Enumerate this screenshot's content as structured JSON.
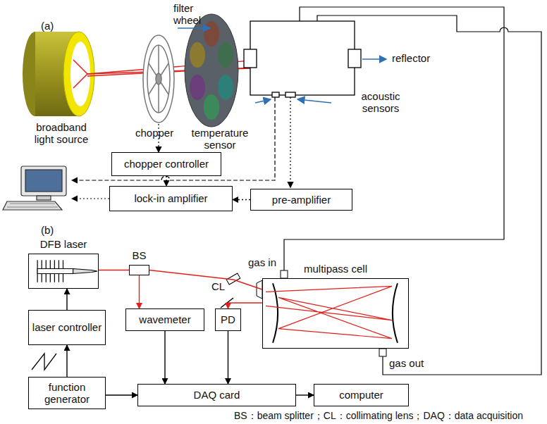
{
  "diagram": {
    "nodes": [
      {
        "text": [
          "chopper controller"
        ]
      },
      {
        "text": [
          "lock-in amplifier"
        ]
      },
      {
        "text": [
          "pre-amplifier"
        ]
      },
      {
        "text": [
          "DFB laser"
        ]
      },
      {
        "text": [
          "BS"
        ]
      },
      {
        "text": [
          "multipass cell"
        ]
      },
      {
        "text": [
          "laser controller"
        ]
      },
      {
        "text": [
          "wavemeter"
        ]
      },
      {
        "text": [
          "PD"
        ]
      },
      {
        "text": [
          "function generator"
        ]
      },
      {
        "text": [
          "DAQ card"
        ]
      },
      {
        "text": [
          "computer"
        ]
      }
    ],
    "edges": [
      {
        "from": 0,
        "to": 1,
        "arrow": "to"
      },
      {
        "from": 2,
        "to": 1,
        "arrow": "to"
      },
      {
        "from": 6,
        "to": 3,
        "arrow": "to"
      },
      {
        "from": 9,
        "to": 6,
        "arrow": "to"
      },
      {
        "from": 9,
        "to": 10,
        "arrow": "to"
      },
      {
        "from": 7,
        "to": 10,
        "arrow": "to"
      },
      {
        "from": 8,
        "to": 10,
        "arrow": "to"
      },
      {
        "from": 10,
        "to": 11,
        "arrow": "to"
      },
      {
        "from": 3,
        "to": 4,
        "arrow": "none"
      },
      {
        "from": 4,
        "to": 7,
        "arrow": "to"
      },
      {
        "from": 4,
        "to": 5,
        "arrow": "none"
      },
      {
        "from": 5,
        "to": 8,
        "arrow": "to"
      }
    ],
    "labels": [
      "(a)",
      "filter wheel",
      "broadband light source",
      "chopper",
      "temperature sensor",
      "reflector",
      "acoustic sensors",
      "(b)",
      "CL",
      "gas in",
      "gas out",
      "BS：beam splitter；CL：collimating lens；DAQ：data acquisition"
    ]
  }
}
